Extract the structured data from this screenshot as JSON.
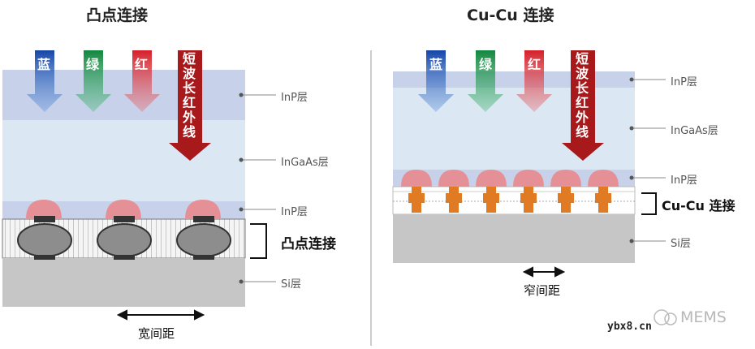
{
  "left": {
    "title": "凸点连接",
    "arrows": [
      {
        "label": "蓝",
        "color": "#1f5fc6"
      },
      {
        "label": "绿",
        "color": "#1f9a52"
      },
      {
        "label": "红",
        "color": "#d8262b"
      },
      {
        "label": "短波长红外线",
        "color": "#a8191c"
      }
    ],
    "layers": {
      "inp_top": "InP层",
      "ingaas": "InGaAs层",
      "inp_bottom": "InP层",
      "si": "Si层"
    },
    "bond_label": "凸点连接",
    "pitch_label": "宽间距"
  },
  "right": {
    "title": "Cu-Cu 连接",
    "arrows": [
      {
        "label": "蓝",
        "color": "#1f5fc6"
      },
      {
        "label": "绿",
        "color": "#1f9a52"
      },
      {
        "label": "红",
        "color": "#d8262b"
      },
      {
        "label": "短波长红外线",
        "color": "#a8191c"
      }
    ],
    "layers": {
      "inp_top": "InP层",
      "ingaas": "InGaAs层",
      "inp_bottom": "InP层",
      "si": "Si层"
    },
    "bond_label": "Cu-Cu 连接",
    "pitch_label": "窄间距"
  },
  "watermark": {
    "site": "ybx8.cn",
    "brand": "MEMS"
  },
  "colors": {
    "inp": "#c7d2ea",
    "ingaas": "#dbe8f3",
    "si": "#c6c6c6",
    "bump_pink": "#e58f97",
    "bump_gray": "#8d8d8d",
    "copper": "#e07a23"
  }
}
